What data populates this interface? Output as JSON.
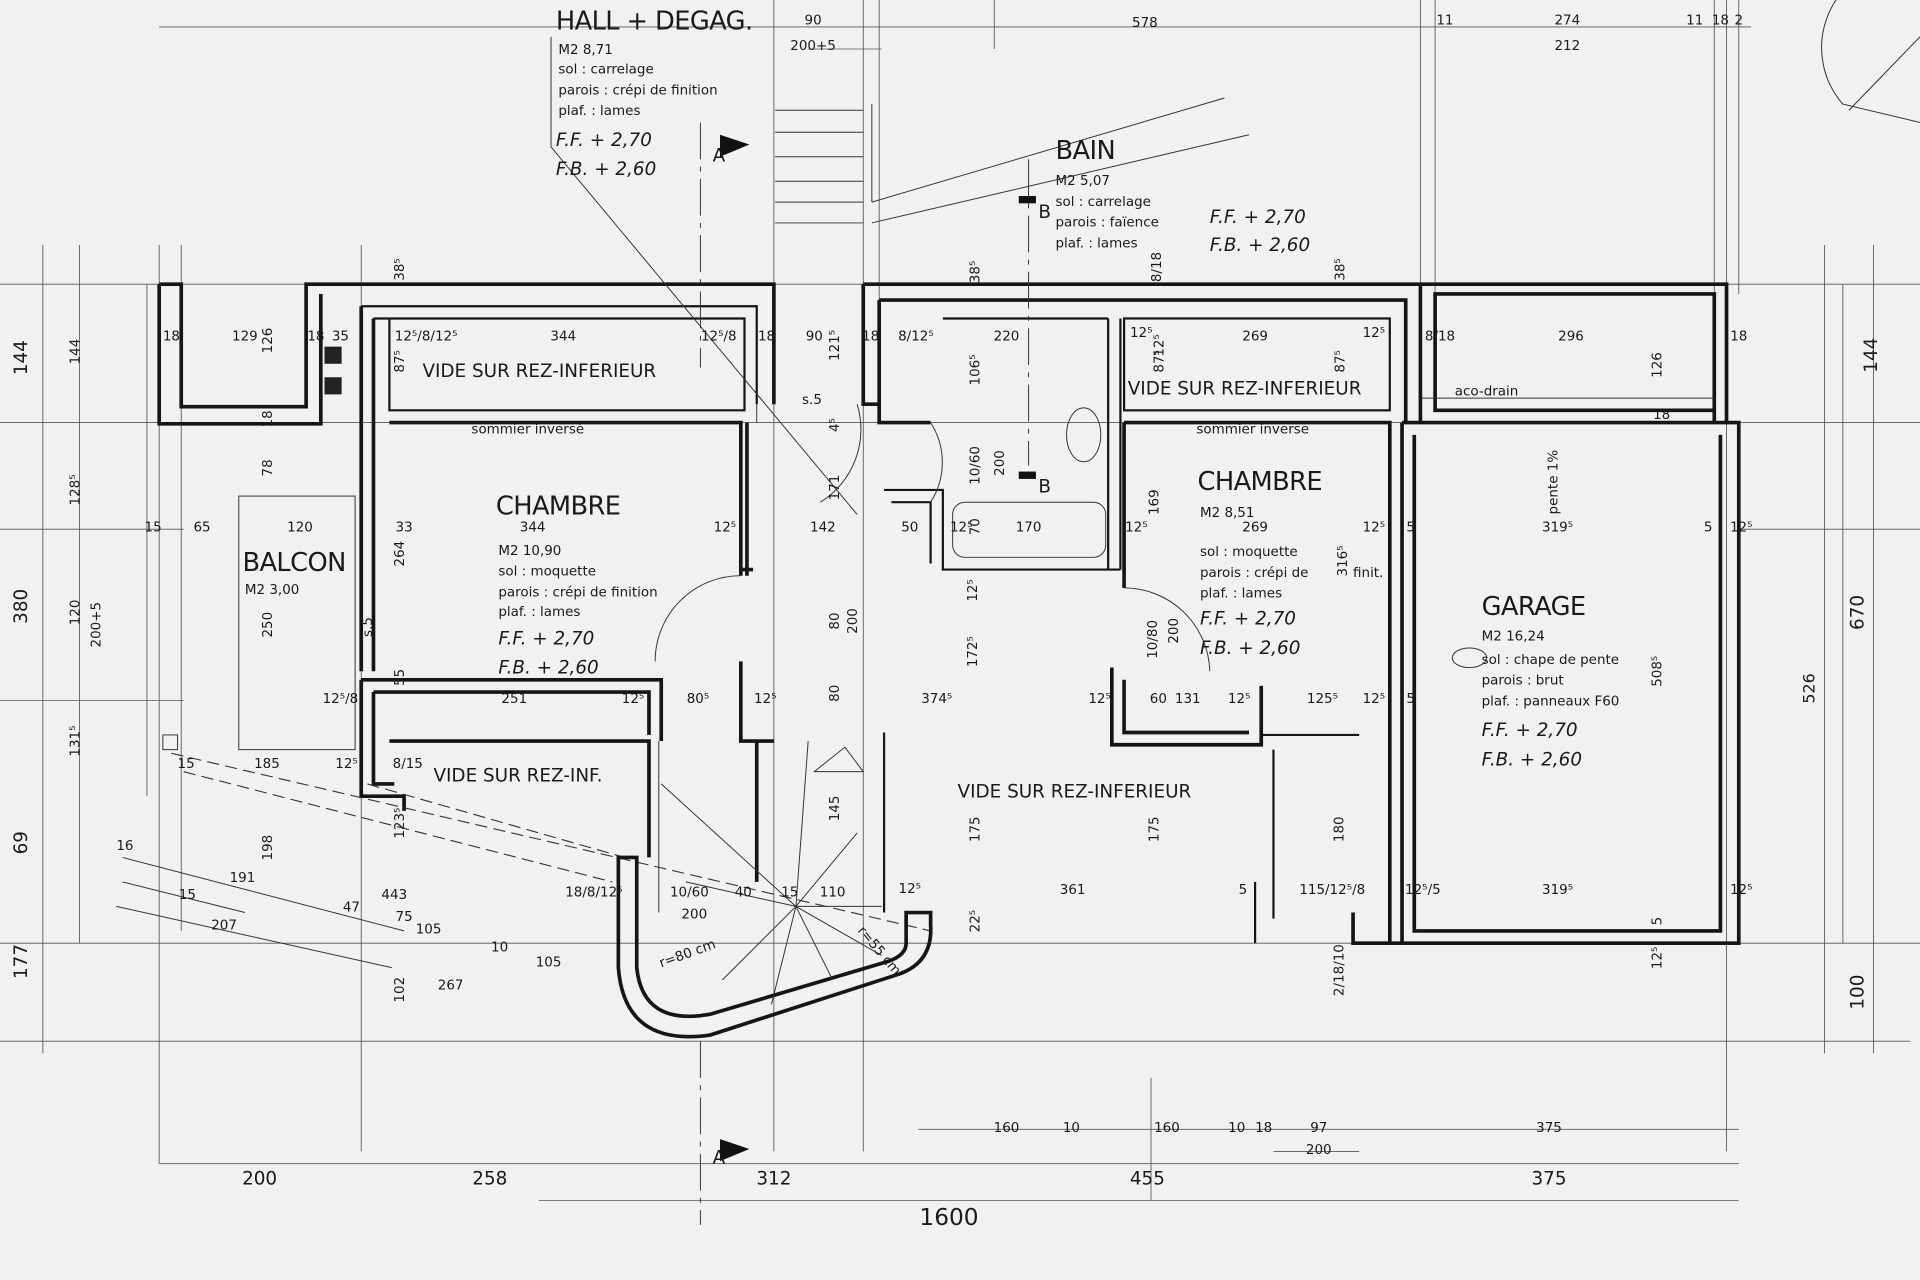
{
  "rooms": {
    "hall": {
      "name": "HALL + DEGAG.",
      "area": "M2  8,71",
      "sol": "sol     : carrelage",
      "parois": "parois  : crépi de finition",
      "plaf": "plaf.   : lames",
      "ff": "F.F. + 2,70",
      "fb": "F.B. + 2,60"
    },
    "bain": {
      "name": "BAIN",
      "area": "M2  5,07",
      "sol": "sol     : carrelage",
      "parois": "parois : faïence",
      "plaf": "plaf.   : lames",
      "ff": "F.F. + 2,70",
      "fb": "F.B. + 2,60"
    },
    "chambre1": {
      "name": "CHAMBRE",
      "area": "M2   10,90",
      "sol": "sol     : moquette",
      "parois": "parois  : crépi de finition",
      "plaf": "plaf.   : lames",
      "ff": "F.F. + 2,70",
      "fb": "F.B. + 2,60",
      "note": "sommier inversé"
    },
    "chambre2": {
      "name": "CHAMBRE",
      "area": "M2  8,51",
      "sol": "sol       : moquette",
      "parois": "parois : crépi  de",
      "parois2": "finit.",
      "plaf": "plaf.    : lames",
      "ff": "F.F. + 2,70",
      "fb": "F.B. + 2,60",
      "note": "sommier inverse"
    },
    "balcon": {
      "name": "BALCON",
      "area": "M2    3,00"
    },
    "garage": {
      "name": "GARAGE",
      "area": "M2  16,24",
      "sol": "sol    : chape de pente",
      "parois": "parois : brut",
      "plaf": "plaf.   : panneaux  F60",
      "ff": "F.F. + 2,70",
      "fb": "F.B. + 2,60"
    }
  },
  "voids": [
    "VIDE SUR REZ-INFERIEUR",
    "VIDE SUR REZ-INFERIEUR",
    "VIDE SUR REZ-INFERIEUR",
    "VIDE SUR REZ-INF."
  ],
  "notes": {
    "aco_drain": "aco-drain",
    "pente": "pente 1%",
    "r80": "r=80 cm",
    "r55": "r=55 cm",
    "s5a": "s.5",
    "s5b": "s.5"
  },
  "sections": {
    "a": "A",
    "b": "B"
  },
  "dimensions": [
    "90",
    "200+5",
    "578",
    "11",
    "274",
    "212",
    "11",
    "18",
    "2",
    "144",
    "144",
    "128⁵",
    "380",
    "120",
    "200+5",
    "131⁵",
    "69",
    "177",
    "144",
    "670",
    "526",
    "100",
    "18",
    "129",
    "126",
    "18",
    "35",
    "12⁵/8/12⁵",
    "344",
    "12⁵/8",
    "18",
    "90",
    "121⁵",
    "18",
    "8/12⁵",
    "220",
    "12⁵",
    "12⁵",
    "269",
    "12⁵",
    "8/18",
    "296",
    "18",
    "38⁵",
    "38⁵",
    "8/18",
    "38⁵",
    "87⁵",
    "87⁵",
    "87⁵",
    "106⁵",
    "126",
    "18",
    "18",
    "4⁵",
    "15",
    "65",
    "120",
    "33",
    "344",
    "12⁵",
    "142",
    "50",
    "12⁵",
    "70",
    "170",
    "12⁵",
    "169",
    "269",
    "12⁵",
    "5",
    "319⁵",
    "5",
    "12⁵",
    "78",
    "264",
    "10/60",
    "200",
    "171",
    "250",
    "12⁵",
    "172⁵",
    "80",
    "200",
    "80",
    "10/80",
    "200",
    "316⁵",
    "508⁵",
    "12⁵/8",
    "55",
    "251",
    "12⁵",
    "80⁵",
    "12⁵",
    "374⁵",
    "12⁵",
    "60",
    "131",
    "12⁵",
    "125⁵",
    "12⁵",
    "5",
    "15",
    "185",
    "12⁵",
    "8/15",
    "123⁵",
    "198",
    "16",
    "191",
    "15",
    "47",
    "443",
    "75",
    "207",
    "105",
    "10",
    "105",
    "267",
    "102",
    "18/8/12⁵",
    "10/60",
    "200",
    "40",
    "15",
    "110",
    "12⁵",
    "22⁵",
    "361",
    "5",
    "115/12⁵/8",
    "12⁵/5",
    "319⁵",
    "5",
    "12⁵",
    "12⁵",
    "2/18/10",
    "175",
    "175",
    "180",
    "145",
    "160",
    "10",
    "160",
    "10",
    "18",
    "97",
    "200",
    "375",
    "200",
    "258",
    "312",
    "455",
    "375",
    "1600"
  ]
}
